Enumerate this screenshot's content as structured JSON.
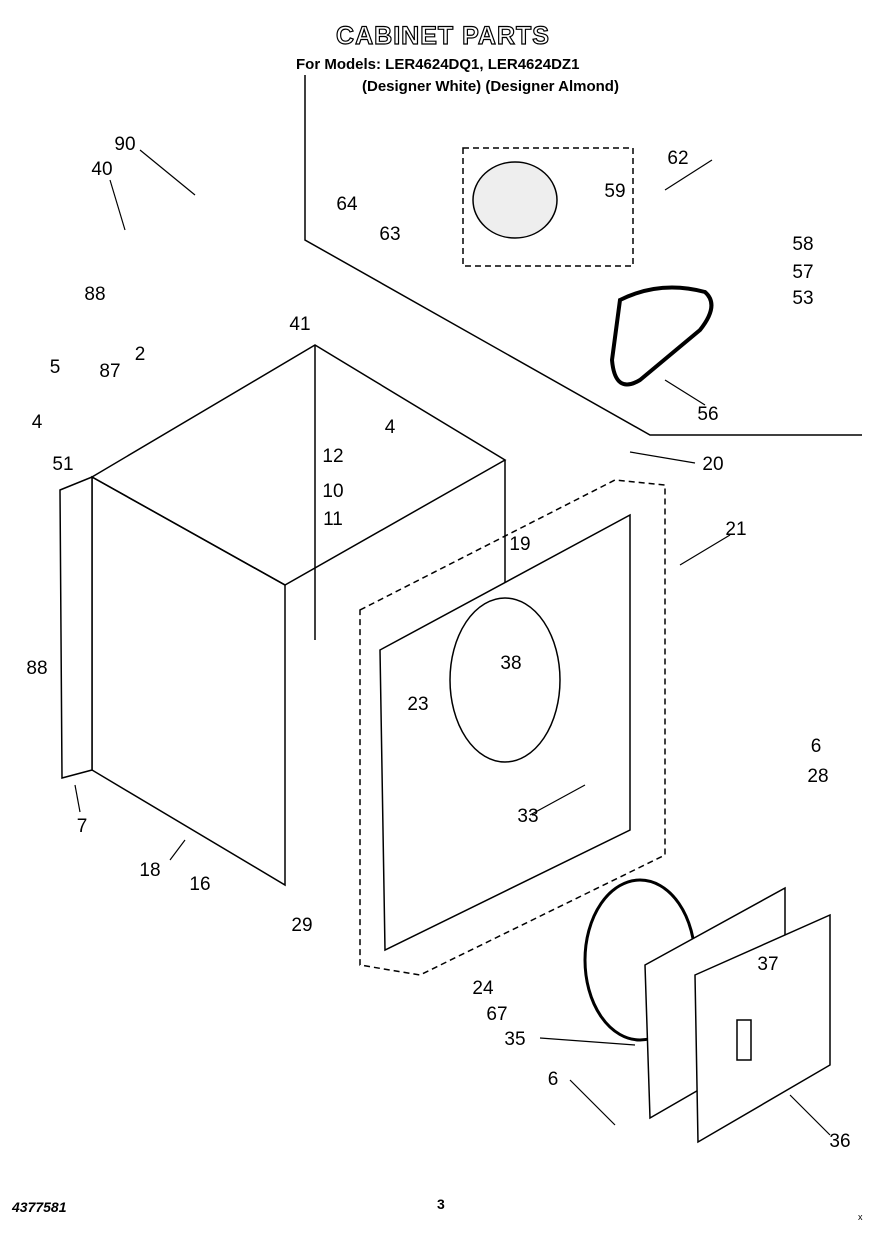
{
  "header": {
    "title": "CABINET PARTS",
    "models": "For Models: LER4624DQ1, LER4624DZ1",
    "colors": "(Designer White)  (Designer Almond)"
  },
  "callouts": [
    "90",
    "40",
    "88",
    "5",
    "2",
    "87",
    "4",
    "51",
    "41",
    "64",
    "63",
    "59",
    "62",
    "58",
    "57",
    "53",
    "56",
    "4",
    "12",
    "10",
    "11",
    "20",
    "19",
    "21",
    "88",
    "23",
    "38",
    "33",
    "7",
    "18",
    "16",
    "29",
    "6",
    "28",
    "37",
    "24",
    "67",
    "35",
    "6",
    "36"
  ],
  "footer": {
    "doc_number": "4377581",
    "page": "3",
    "mark": "x"
  }
}
